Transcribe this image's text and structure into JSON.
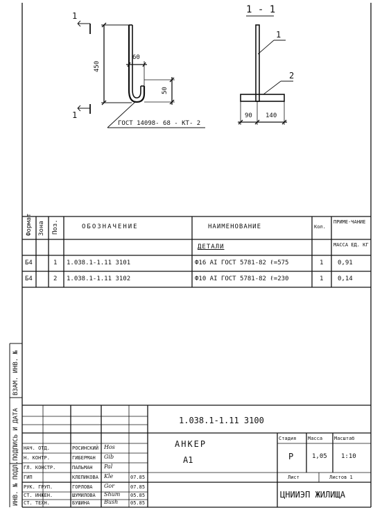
{
  "drawing": {
    "sec_mark_left_top": "1",
    "sec_mark_left_bottom": "1",
    "section_title": "1 - 1",
    "dim_450": "450",
    "dim_60": "60",
    "dim_50": "50",
    "weld_note": "ГОСТ 14098- 68 - КТ- 2",
    "callout_1": "1",
    "callout_2": "2",
    "dim_90": "90",
    "dim_140": "140"
  },
  "spec_table": {
    "headers": {
      "format": "Формат",
      "zone": "Зона",
      "pos": "Поз.",
      "designation": "ОБОЗНАЧЕНИЕ",
      "name": "НАИМЕНОВАНИЕ",
      "qty": "Кол.",
      "note": "ПРИМЕ-ЧАНИЕ"
    },
    "section_label": "ДЕТАЛИ",
    "mass_label": "МАССА ЕД. КГ",
    "rows": [
      {
        "format": "Б4",
        "pos": "1",
        "designation": "1.038.1-1.11   3101",
        "name": "Ф16 АI ГОСТ 5781-82 ℓ=575",
        "qty": "1",
        "note": "0,91"
      },
      {
        "format": "Б4",
        "pos": "2",
        "designation": "1.038.1-1.11   3102",
        "name": "Ф10 АI ГОСТ 5781-82 ℓ=230",
        "qty": "1",
        "note": "0,14"
      }
    ]
  },
  "left_margin": {
    "inv_orig": "ИНВ. № ПОДЛ.",
    "sign_date": "ПОДПИСЬ И ДАТА",
    "inv_replace": "ВЗАМ. ИНВ. №"
  },
  "title_block": {
    "code": "1.038.1-1.11   3100",
    "title_line1": "АНКЕР",
    "title_line2": "А1",
    "stage_label": "Стадия",
    "mass_label": "Масса",
    "scale_label": "Масштаб",
    "stage": "Р",
    "mass": "1,05",
    "scale": "1:10",
    "sheet_label": "Лист",
    "sheets_label": "Листов 1",
    "org": "ЦНИИЭП ЖИЛИЩА",
    "staff": [
      {
        "role": "НАЧ. ОТД.",
        "name": "РОСИНСКИЙ",
        "sign": "Hos",
        "date": ""
      },
      {
        "role": "Н. КОНТР.",
        "name": "ГИБЕРМАН",
        "sign": "Gib",
        "date": ""
      },
      {
        "role": "ГЛ. КОНСТР.",
        "name": "ПАЛЬМАН",
        "sign": "Pal",
        "date": ""
      },
      {
        "role": "ГИП",
        "name": "КЛЕПИКОВА",
        "sign": "Kle",
        "date": "07.85"
      },
      {
        "role": "РУК. ГРУП.",
        "name": "ГОРЛОВА",
        "sign": "Gor",
        "date": "07.85"
      },
      {
        "role": "СТ. ИНЖЕН.",
        "name": "ШУМИЛОВА",
        "sign": "Shum",
        "date": "05.85"
      },
      {
        "role": "СТ. ТЕХН.",
        "name": "БУШИНА",
        "sign": "Bush",
        "date": "05.85"
      }
    ]
  }
}
